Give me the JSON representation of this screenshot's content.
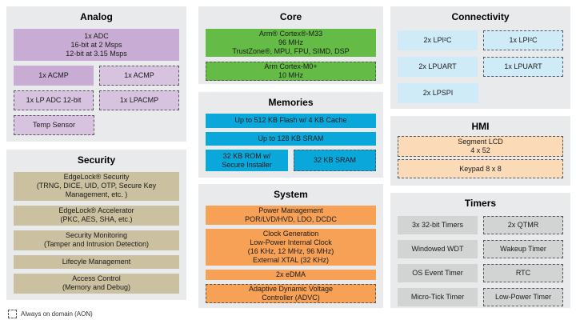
{
  "colors": {
    "panel_background": "#E9EAEB",
    "dashed_border": "#55565A",
    "analog": "#C9ACD4",
    "security": "#CBC09F",
    "core": "#64BB46",
    "memories": "#0AA7DA",
    "system": "#F7A156",
    "connectivity": "#CEEBF7",
    "hmi": "#FBDAB8",
    "timers": "#D2D3D3"
  },
  "legend": {
    "swatch": "dashed-box-icon",
    "label": "Always on domain (AON)"
  },
  "panels": {
    "analog": {
      "title": "Analog",
      "boxes": [
        {
          "lines": [
            "1x ADC",
            "16-bit at 2 Msps",
            "12-bit at 3.15 Msps"
          ],
          "dashed": false
        },
        {
          "lines": [
            "1x ACMP"
          ],
          "dashed": false
        },
        {
          "lines": [
            "1x ACMP"
          ],
          "dashed": true
        },
        {
          "lines": [
            "1x LP ADC 12-bit"
          ],
          "dashed": true
        },
        {
          "lines": [
            "1x LPACMP"
          ],
          "dashed": true
        },
        {
          "lines": [
            "Temp Sensor"
          ],
          "dashed": true
        }
      ]
    },
    "security": {
      "title": "Security",
      "boxes": [
        {
          "lines": [
            "EdgeLock® Security",
            "(TRNG, DICE, UID, OTP, Secure Key",
            "Management, etc. )"
          ],
          "dashed": false
        },
        {
          "lines": [
            "EdgeLock® Accelerator",
            "(PKC, AES, SHA, etc.)"
          ],
          "dashed": false
        },
        {
          "lines": [
            "Security Monitoring",
            "(Tamper and Intrusion Detection)"
          ],
          "dashed": false
        },
        {
          "lines": [
            "Lifecyle Management"
          ],
          "dashed": false
        },
        {
          "lines": [
            "Access Control",
            "(Memory and Debug)"
          ],
          "dashed": false
        }
      ]
    },
    "core": {
      "title": "Core",
      "boxes": [
        {
          "lines": [
            "Arm® Cortex®-M33",
            "96 MHz",
            "TrustZone®, MPU, FPU, SIMD, DSP"
          ],
          "dashed": false
        },
        {
          "lines": [
            "Arm Cortex-M0+",
            "10 MHz"
          ],
          "dashed": true
        }
      ]
    },
    "memories": {
      "title": "Memories",
      "boxes": [
        {
          "lines": [
            "Up to 512 KB Flash w/ 4 KB Cache"
          ],
          "dashed": false
        },
        {
          "lines": [
            "Up to 128 KB SRAM"
          ],
          "dashed": false
        },
        {
          "lines": [
            "32 KB ROM w/",
            "Secure Installer"
          ],
          "dashed": false
        },
        {
          "lines": [
            "32 KB SRAM"
          ],
          "dashed": true
        }
      ]
    },
    "system": {
      "title": "System",
      "boxes": [
        {
          "lines": [
            "Power Management",
            "POR/LVD/HVD, LDO, DCDC"
          ],
          "dashed": false
        },
        {
          "lines": [
            "Clock Generation",
            "Low-Power Internal Clock",
            "(16 KHz, 12 MHz, 96 MHz)",
            "External XTAL (32 KHz)"
          ],
          "dashed": false
        },
        {
          "lines": [
            "2x eDMA"
          ],
          "dashed": false
        },
        {
          "lines": [
            "Adaptive Dynamic Voltage",
            "Controller (ADVC)"
          ],
          "dashed": true
        }
      ]
    },
    "connectivity": {
      "title": "Connectivity",
      "boxes": [
        {
          "lines": [
            "2x LPI²C"
          ],
          "dashed": false
        },
        {
          "lines": [
            "1x LPI²C"
          ],
          "dashed": true
        },
        {
          "lines": [
            "2x LPUART"
          ],
          "dashed": false
        },
        {
          "lines": [
            "1x LPUART"
          ],
          "dashed": true
        },
        {
          "lines": [
            "2x LPSPI"
          ],
          "dashed": false
        }
      ]
    },
    "hmi": {
      "title": "HMI",
      "boxes": [
        {
          "lines": [
            "Segment LCD",
            "4 x 52"
          ],
          "dashed": true
        },
        {
          "lines": [
            "Keypad 8 x 8"
          ],
          "dashed": true
        }
      ]
    },
    "timers": {
      "title": "Timers",
      "boxes": [
        {
          "lines": [
            "3x 32-bit Timers"
          ],
          "dashed": false
        },
        {
          "lines": [
            "2x QTMR"
          ],
          "dashed": true
        },
        {
          "lines": [
            "Windowed WDT"
          ],
          "dashed": false
        },
        {
          "lines": [
            "Wakeup Timer"
          ],
          "dashed": true
        },
        {
          "lines": [
            "OS Event Timer"
          ],
          "dashed": false
        },
        {
          "lines": [
            "RTC"
          ],
          "dashed": true
        },
        {
          "lines": [
            "Micro-Tick Timer"
          ],
          "dashed": false
        },
        {
          "lines": [
            "Low-Power Timer"
          ],
          "dashed": true
        }
      ]
    }
  }
}
